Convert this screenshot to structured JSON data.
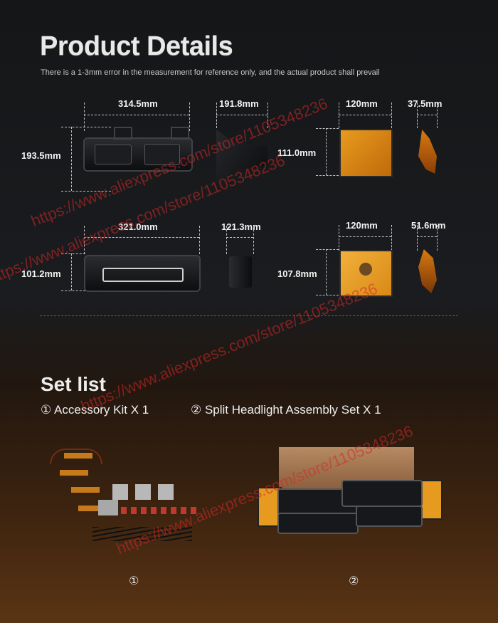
{
  "title": "Product Details",
  "note": "There is a 1-3mm error in the measurement for reference only, and the actual product shall prevail",
  "dimensions": {
    "row1": {
      "headlight_width": "314.5mm",
      "headlight_height": "193.5mm",
      "headlight_depth": "191.8mm",
      "corner_width": "120mm",
      "corner_height": "111.0mm",
      "corner_depth": "37.5mm"
    },
    "row2": {
      "park_width": "321.0mm",
      "park_height": "101.2mm",
      "park_depth": "121.3mm",
      "side_width": "120mm",
      "side_height": "107.8mm",
      "side_depth": "51.6mm"
    }
  },
  "set_list": {
    "heading": "Set list",
    "item1": "① Accessory Kit X 1",
    "item2": "② Split Headlight Assembly Set X 1",
    "num1": "①",
    "num2": "②"
  },
  "watermark": "https://www.aliexpress.com/store/1105348236",
  "colors": {
    "amber": "#d9831a",
    "watermark": "#d22828"
  }
}
